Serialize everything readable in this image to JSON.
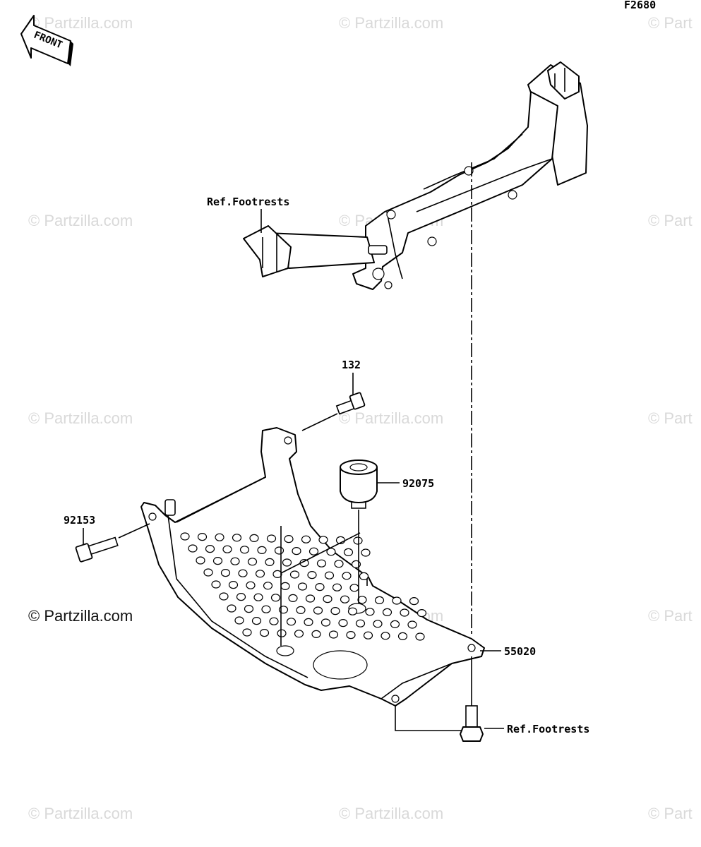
{
  "figure_code": "F2680",
  "front_arrow_label": "FRONT",
  "watermark_text": "© Partzilla.com",
  "watermark_partial_text": "© Part",
  "copyright_text": "© Partzilla.com",
  "callouts": {
    "ref_footrests_top": "Ref.Footrests",
    "part_132": "132",
    "part_92075": "92075",
    "part_92153": "92153",
    "part_55020": "55020",
    "ref_footrests_bottom": "Ref.Footrests"
  },
  "colors": {
    "line": "#000000",
    "watermark": "#d9d9d9",
    "background": "#ffffff"
  }
}
